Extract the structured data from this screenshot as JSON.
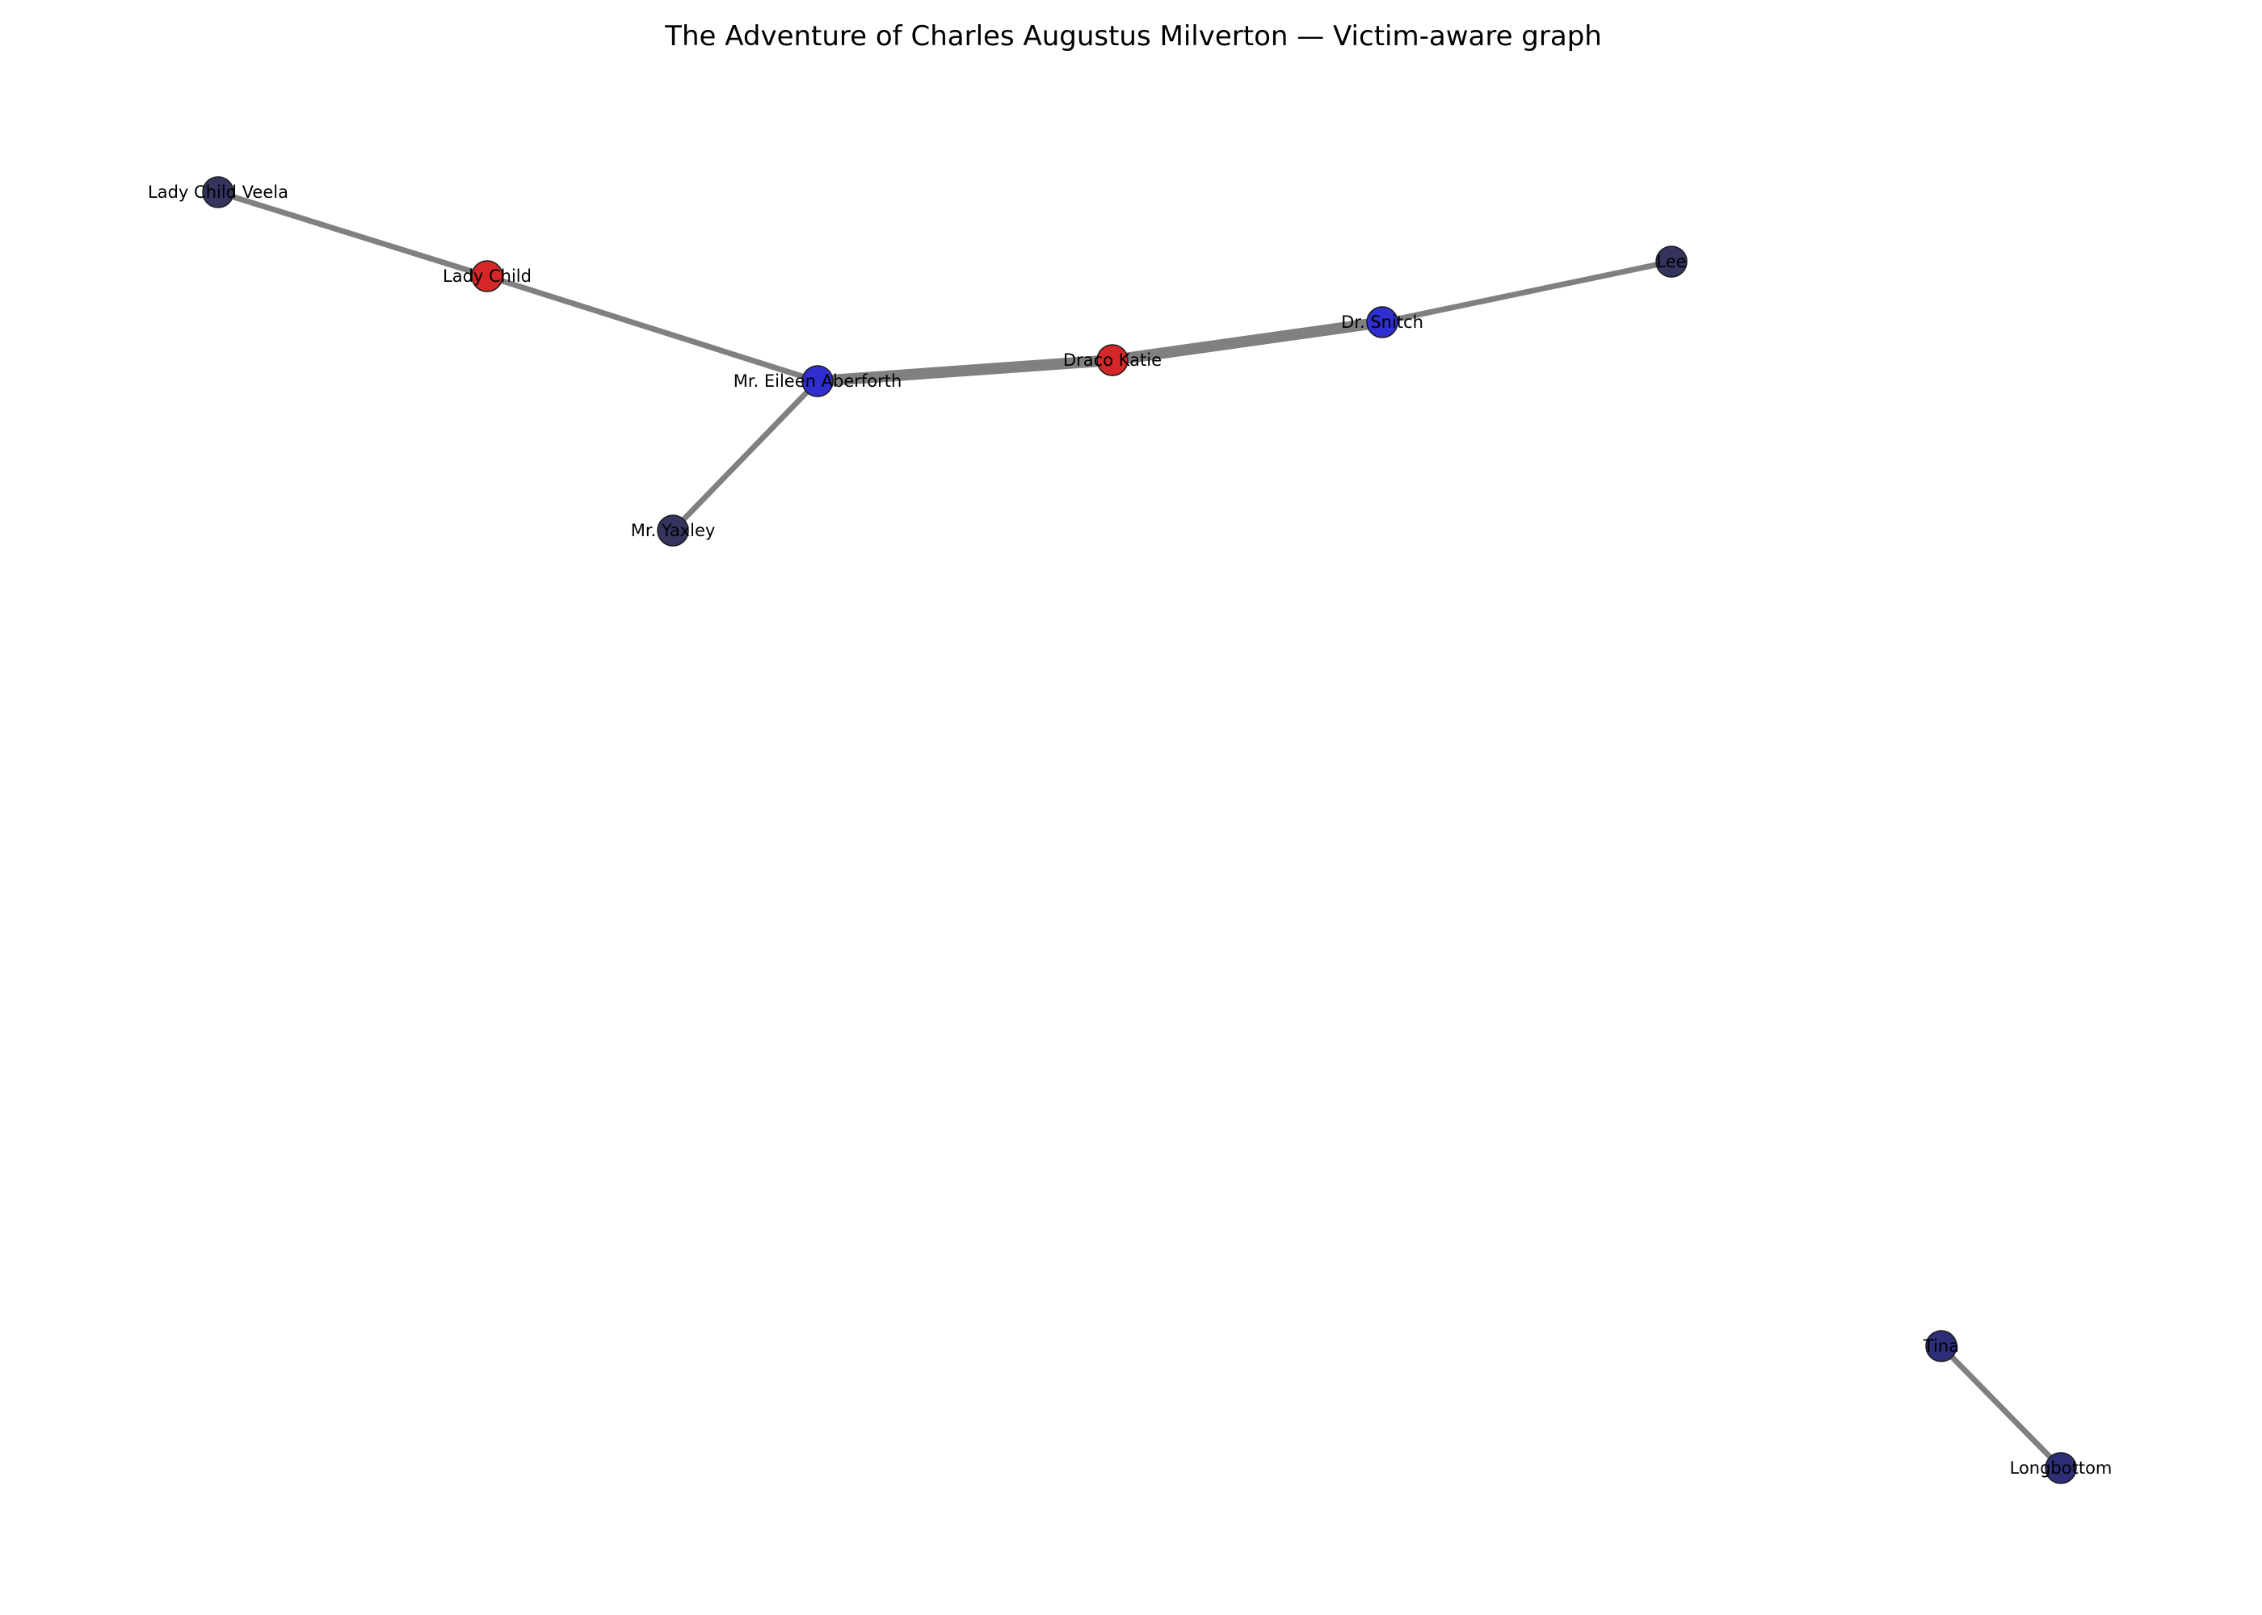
{
  "title": "The Adventure of Charles Augustus Milverton — Victim-aware graph",
  "colors": {
    "background": "#ffffff",
    "edge": "#808080",
    "node_outline": "#1a1a1a",
    "red_node": "#d62728",
    "blue_node": "#2f2fd0",
    "navy_node": "#2e2e78",
    "dark_node": "#34345f"
  },
  "nodes": [
    {
      "id": "lady-child-veela",
      "label": "Lady Child Veela",
      "color": "#34345f"
    },
    {
      "id": "lady-child",
      "label": "Lady Child",
      "color": "#d62728"
    },
    {
      "id": "mr-eileen-aberforth",
      "label": "Mr. Eileen Aberforth",
      "color": "#2f2fd0"
    },
    {
      "id": "draco-katie",
      "label": "Draco Katie",
      "color": "#d62728"
    },
    {
      "id": "dr-snitch",
      "label": "Dr. Snitch",
      "color": "#2f2fd0"
    },
    {
      "id": "lee",
      "label": "Lee",
      "color": "#34345f"
    },
    {
      "id": "mr-yaxley",
      "label": "Mr. Yaxley",
      "color": "#34345f"
    },
    {
      "id": "tina",
      "label": "Tina",
      "color": "#2e2e78"
    },
    {
      "id": "longbottom",
      "label": "Longbottom",
      "color": "#2e2e78"
    }
  ],
  "edges": [
    {
      "source": "lady-child-veela",
      "target": "lady-child",
      "weight": 1
    },
    {
      "source": "lady-child",
      "target": "mr-eileen-aberforth",
      "weight": 1
    },
    {
      "source": "mr-eileen-aberforth",
      "target": "draco-katie",
      "weight": 3
    },
    {
      "source": "draco-katie",
      "target": "dr-snitch",
      "weight": 3
    },
    {
      "source": "dr-snitch",
      "target": "lee",
      "weight": 1
    },
    {
      "source": "mr-eileen-aberforth",
      "target": "mr-yaxley",
      "weight": 1
    },
    {
      "source": "tina",
      "target": "longbottom",
      "weight": 1
    }
  ]
}
